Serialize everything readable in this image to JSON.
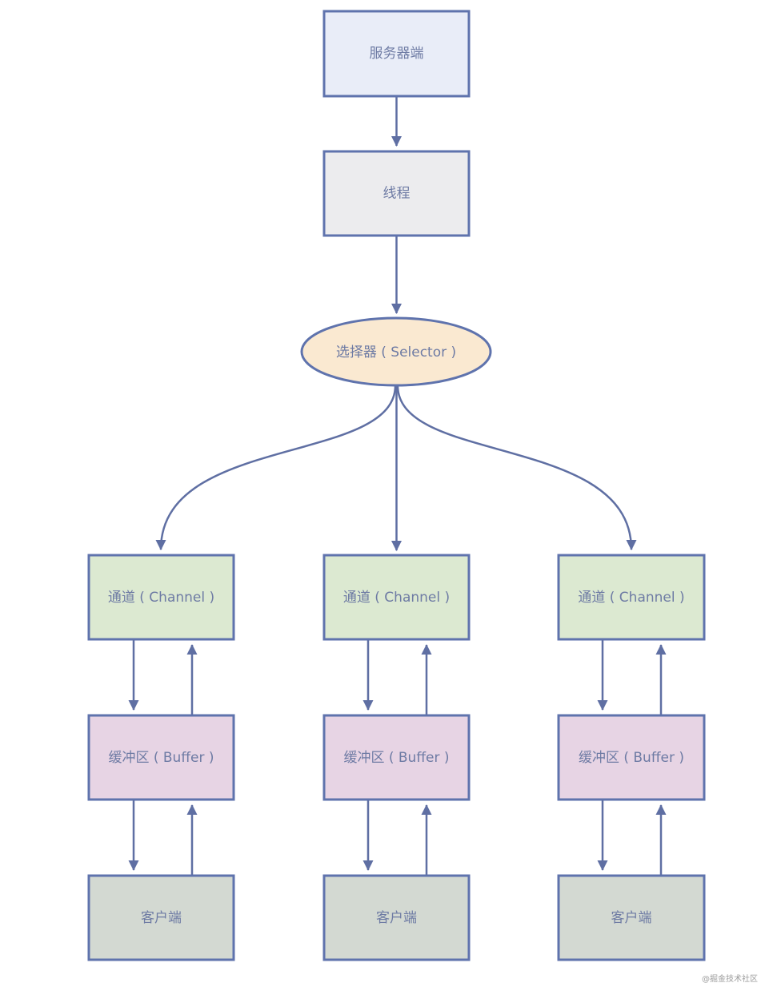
{
  "nodes": {
    "server": {
      "label": "服务器端"
    },
    "thread": {
      "label": "线程"
    },
    "selector": {
      "label": "选择器 ( Selector )"
    },
    "channel": {
      "label": "通道 ( Channel )"
    },
    "buffer": {
      "label": "缓冲区 ( Buffer )"
    },
    "client": {
      "label": "客户端"
    }
  },
  "edges": [
    {
      "from": "服务器端",
      "to": "线程",
      "direction": "down"
    },
    {
      "from": "线程",
      "to": "选择器 ( Selector )",
      "direction": "down"
    },
    {
      "from": "选择器 ( Selector )",
      "to": "通道 ( Channel )",
      "direction": "down",
      "count": 3
    },
    {
      "from": "通道 ( Channel )",
      "to": "缓冲区 ( Buffer )",
      "direction": "both",
      "count": 3
    },
    {
      "from": "缓冲区 ( Buffer )",
      "to": "客户端",
      "direction": "both",
      "count": 3
    }
  ],
  "colors": {
    "border": "#5f73ad",
    "line": "#5f6fa3",
    "text": "#6e7ba4",
    "server_fill": "#e9edf8",
    "thread_fill": "#ececee",
    "selector_fill": "#fae9d1",
    "channel_fill": "#dce9d1",
    "buffer_fill": "#e7d4e4",
    "client_fill": "#d3d9d2",
    "watermark": "#9b9b9b",
    "background": "#ffffff"
  },
  "watermark": {
    "text": "@掘金技术社区"
  }
}
